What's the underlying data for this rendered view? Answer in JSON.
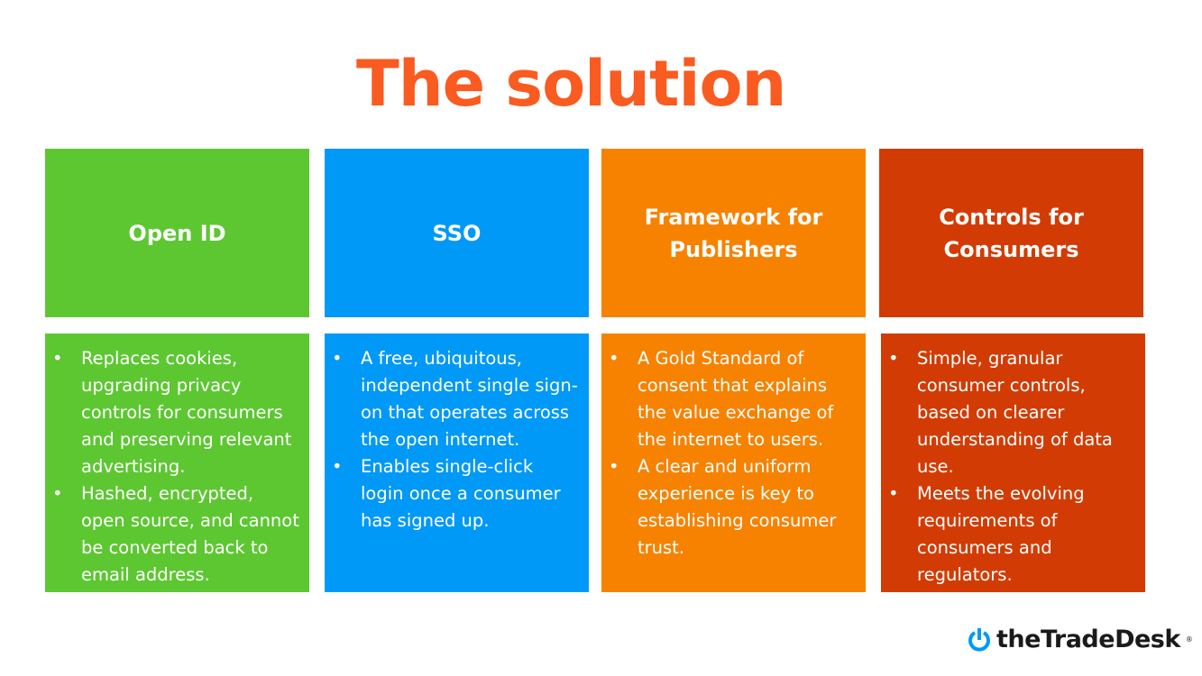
{
  "title": "The solution",
  "colors": {
    "green": "#5DC732",
    "blue": "#0099F7",
    "orange": "#F78200",
    "red": "#D23C04",
    "title": "#F95B20"
  },
  "columns": [
    {
      "heading": "Open ID",
      "bullets": [
        "Replaces cookies, upgrading privacy controls for consumers and preserving relevant advertising.",
        "Hashed, encrypted, open source, and cannot be converted back to email address."
      ]
    },
    {
      "heading": "SSO",
      "bullets": [
        "A free, ubiquitous, independent single sign-on that operates across the open internet.",
        "Enables single-click login once a consumer has signed up."
      ]
    },
    {
      "heading": "Framework for Publishers",
      "bullets": [
        "A Gold Standard of consent that explains the value exchange of the internet to users.",
        "A clear and uniform experience is key to establishing consumer trust."
      ]
    },
    {
      "heading": "Controls for Consumers",
      "bullets": [
        "Simple, granular consumer controls, based on clearer understanding of data use.",
        "Meets the evolving requirements of consumers and regulators."
      ]
    }
  ],
  "bullet_char": "•",
  "logo": {
    "text": "theTradeDesk",
    "mark": "®"
  }
}
